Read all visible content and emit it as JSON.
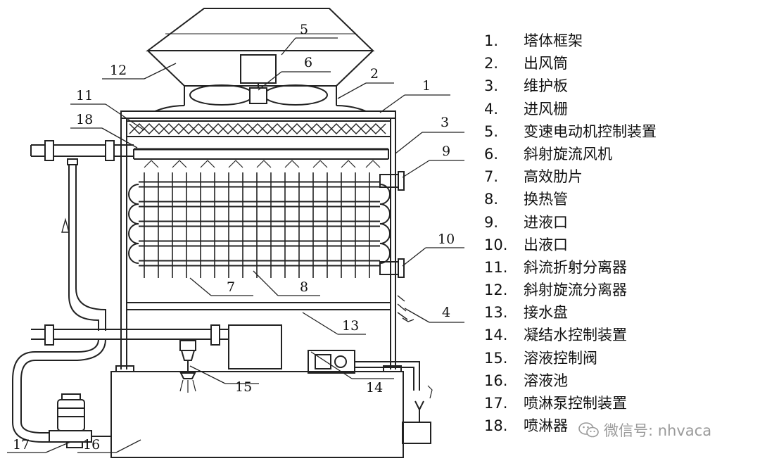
{
  "callouts": [
    "1",
    "2",
    "3",
    "4",
    "5",
    "6",
    "7",
    "8",
    "9",
    "10",
    "11",
    "12",
    "13",
    "14",
    "15",
    "16",
    "17",
    "18"
  ],
  "legend": [
    {
      "num": "1.",
      "label": "塔体框架"
    },
    {
      "num": "2.",
      "label": "出风筒"
    },
    {
      "num": "3.",
      "label": "维护板"
    },
    {
      "num": "4.",
      "label": "进风栅"
    },
    {
      "num": "5.",
      "label": "变速电动机控制装置"
    },
    {
      "num": "6.",
      "label": "斜射旋流风机"
    },
    {
      "num": "7.",
      "label": "高效肋片"
    },
    {
      "num": "8.",
      "label": "换热管"
    },
    {
      "num": "9.",
      "label": "进液口"
    },
    {
      "num": "10.",
      "label": "出液口"
    },
    {
      "num": "11.",
      "label": "斜流折射分离器"
    },
    {
      "num": "12.",
      "label": "斜射旋流分离器"
    },
    {
      "num": "13.",
      "label": "接水盘"
    },
    {
      "num": "14.",
      "label": "凝结水控制装置"
    },
    {
      "num": "15.",
      "label": "溶液控制阀"
    },
    {
      "num": "16.",
      "label": "溶液池"
    },
    {
      "num": "17.",
      "label": "喷淋泵控制装置"
    },
    {
      "num": "18.",
      "label": "喷淋器"
    }
  ],
  "watermark": {
    "text": "微信号: nhvaca",
    "icon": "wechat-icon"
  }
}
